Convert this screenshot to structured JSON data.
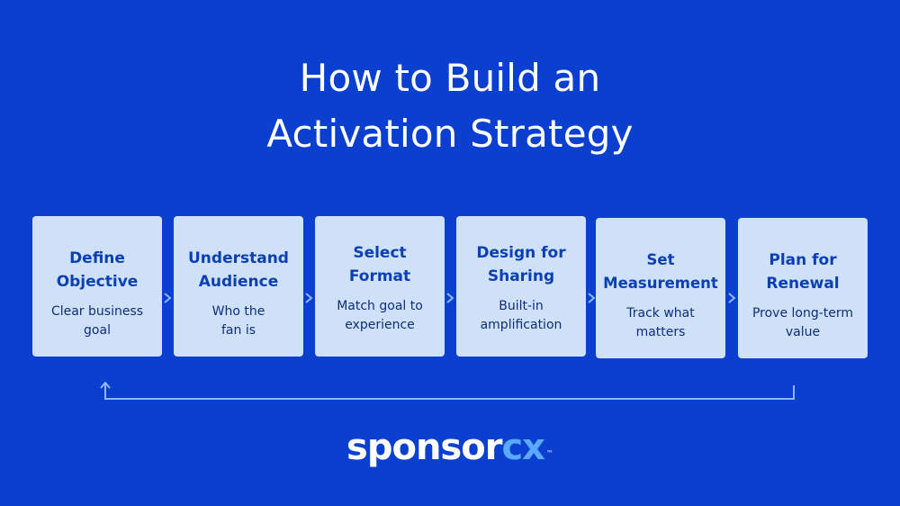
{
  "title": {
    "line1": "How to Build an",
    "line2": "Activation Strategy"
  },
  "steps": [
    {
      "heading": [
        "Define",
        "Objective"
      ],
      "desc": [
        "Clear business",
        "goal"
      ]
    },
    {
      "heading": [
        "Understand",
        "Audience"
      ],
      "desc": [
        "Who the",
        "fan is"
      ]
    },
    {
      "heading": [
        "Select",
        "Format"
      ],
      "desc": [
        "Match goal to",
        "experience"
      ]
    },
    {
      "heading": [
        "Design for",
        "Sharing"
      ],
      "desc": [
        "Built-in",
        "amplification"
      ]
    },
    {
      "heading": [
        "Set",
        "Measurement"
      ],
      "desc": [
        "Track what",
        "matters"
      ]
    },
    {
      "heading": [
        "Plan for",
        "Renewal"
      ],
      "desc": [
        "Prove long-term",
        "value"
      ]
    }
  ],
  "logo": {
    "part1": "sponsor",
    "part2": "cx",
    "trademark": "™"
  },
  "colors": {
    "background": "#0a3fd0",
    "card": "#cfe0f9",
    "heading": "#0b3fb4",
    "text": "#0f2e7a",
    "connector": "#8fb8f5",
    "logo_accent": "#5aa8ff"
  }
}
